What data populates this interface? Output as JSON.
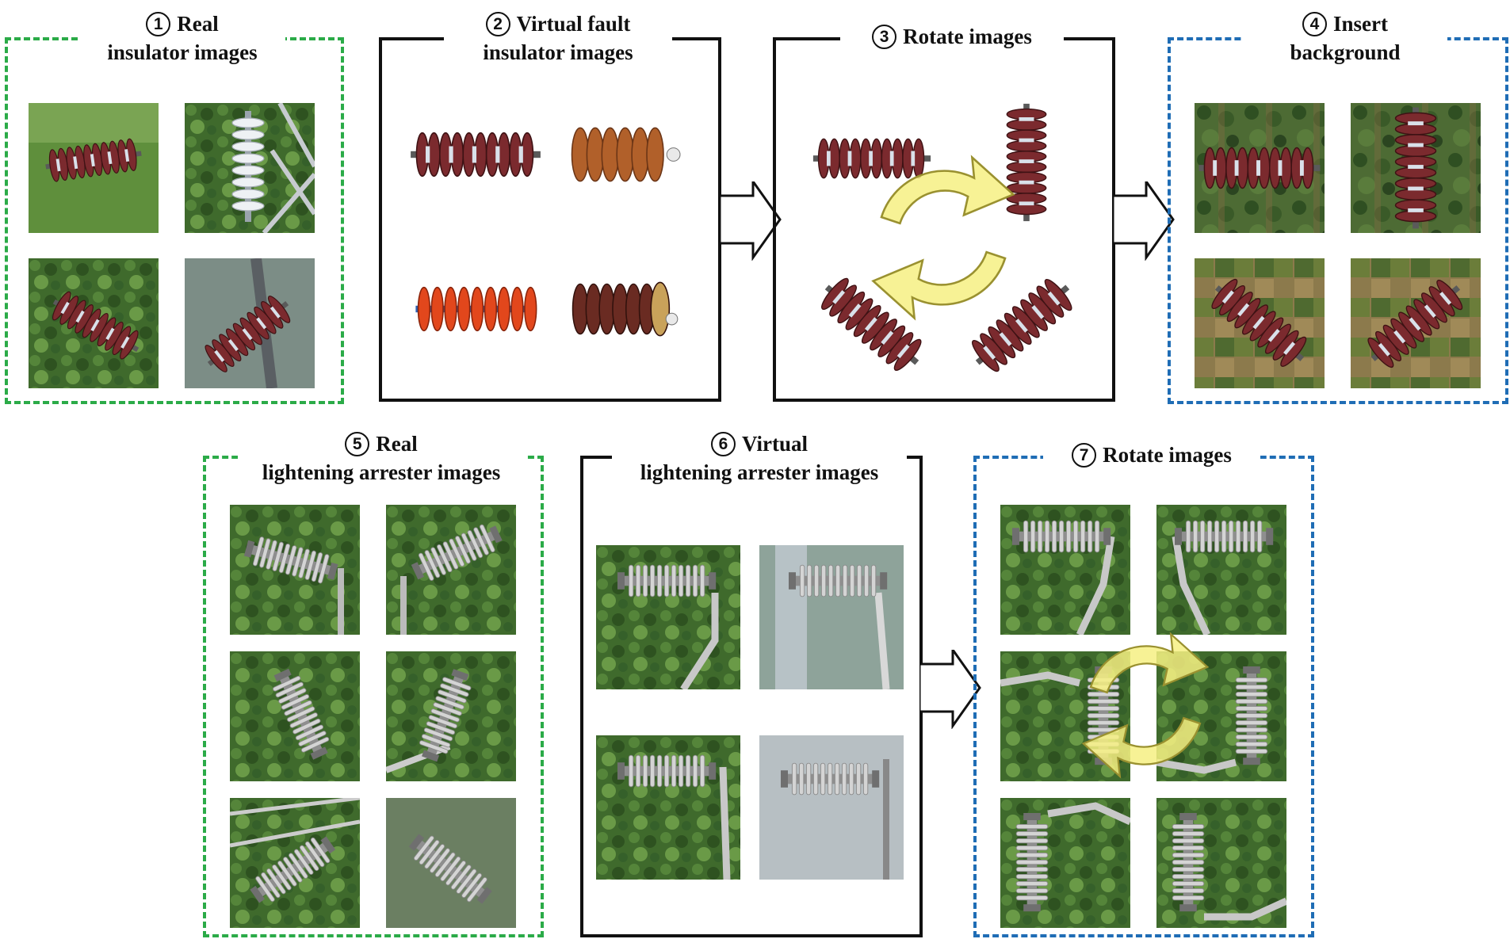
{
  "colors": {
    "real_border": "#2bab48",
    "virtual_border": "#111111",
    "processed_border": "#1f6db5",
    "rotate_arrow_fill": "#f6f083",
    "insulator_disc": "#7b2a2e",
    "arrester_body": "#c9c9c9",
    "foliage": "#3f6a2c"
  },
  "panels": {
    "p1": {
      "num": "1",
      "line1": "Real",
      "line2": "insulator images",
      "icon": "insulator-photo"
    },
    "p2": {
      "num": "2",
      "line1": "Virtual fault",
      "line2": "insulator images",
      "icon": "rendered-insulator"
    },
    "p3": {
      "num": "3",
      "line1": "Rotate images",
      "icon": "rotate-cycle"
    },
    "p4": {
      "num": "4",
      "line1": "Insert",
      "line2": "background",
      "icon": "aerial-background"
    },
    "p5": {
      "num": "5",
      "line1": "Real",
      "line2": "lightening arrester images",
      "icon": "arrester-photo"
    },
    "p6": {
      "num": "6",
      "line1": "Virtual",
      "line2": "lightening arrester images",
      "icon": "rendered-arrester"
    },
    "p7": {
      "num": "7",
      "line1": "Rotate images",
      "icon": "rotate-cycle"
    }
  }
}
